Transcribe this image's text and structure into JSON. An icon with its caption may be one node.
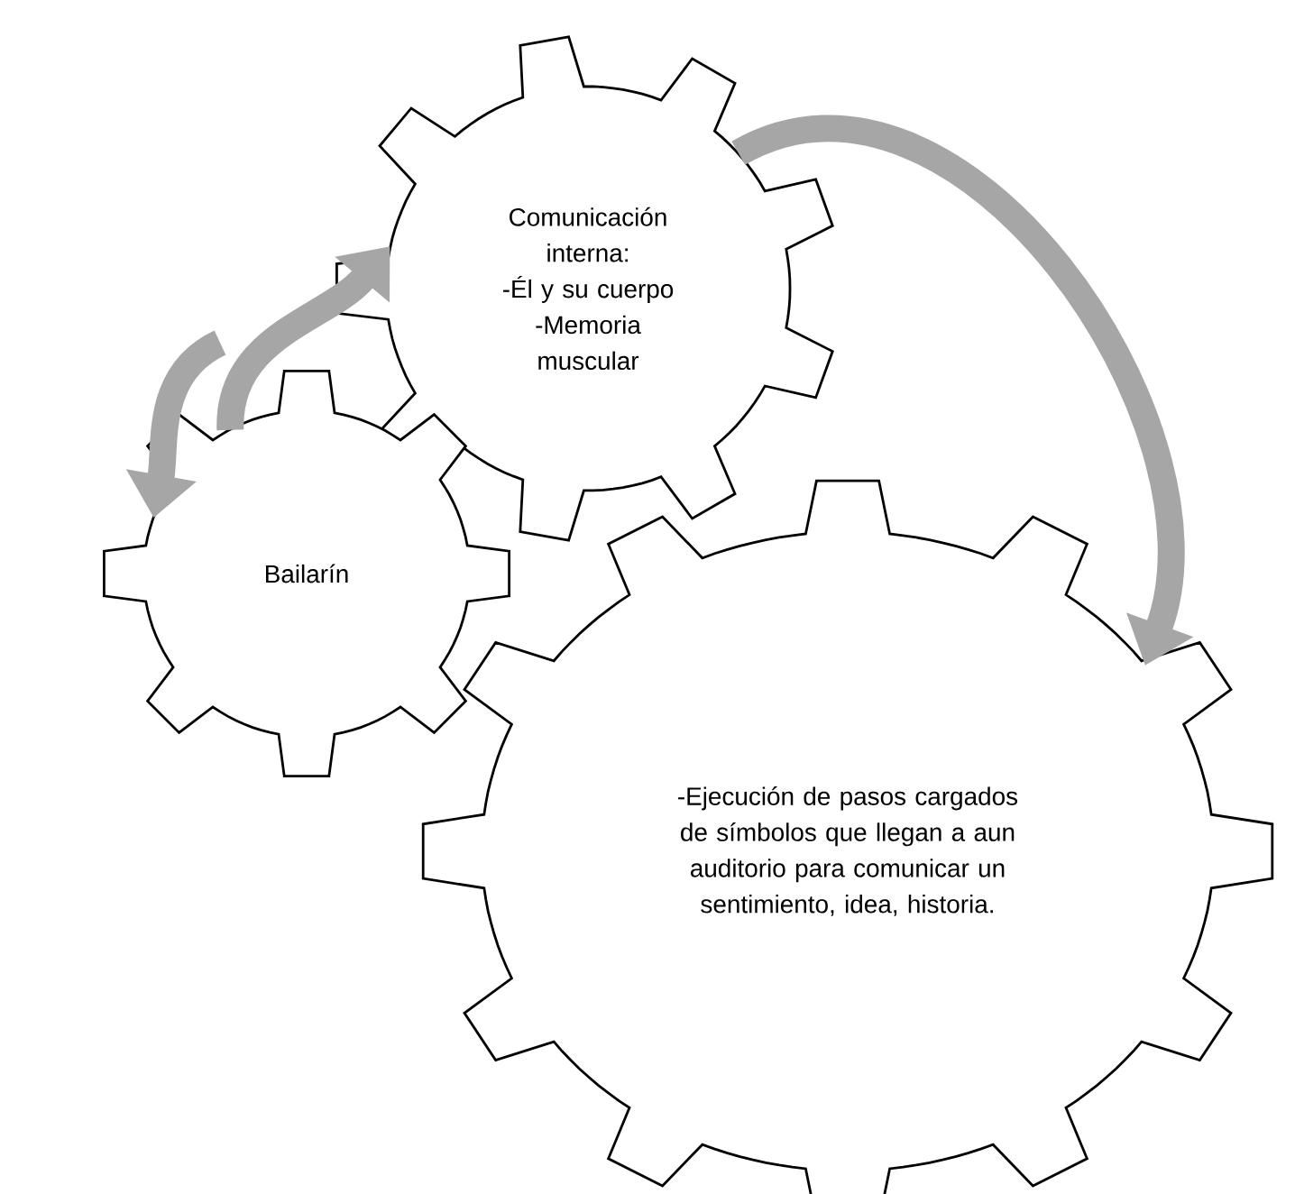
{
  "diagram": {
    "nodes": [
      {
        "text": [
          "Comunicación interna:",
          "-Él y su cuerpo",
          "-Memoria muscular"
        ]
      },
      {
        "text": [
          "Bailarín"
        ]
      },
      {
        "text": [
          "-Ejecución de pasos cargados de símbolos que llegan a aun auditorio para comunicar un sentimiento, idea, historia."
        ]
      }
    ],
    "edges": [
      {
        "from": null,
        "to": 1,
        "arrow": "to"
      },
      {
        "from": 1,
        "to": 0,
        "arrow": "to"
      },
      {
        "from": 0,
        "to": 2,
        "arrow": "to"
      }
    ]
  }
}
